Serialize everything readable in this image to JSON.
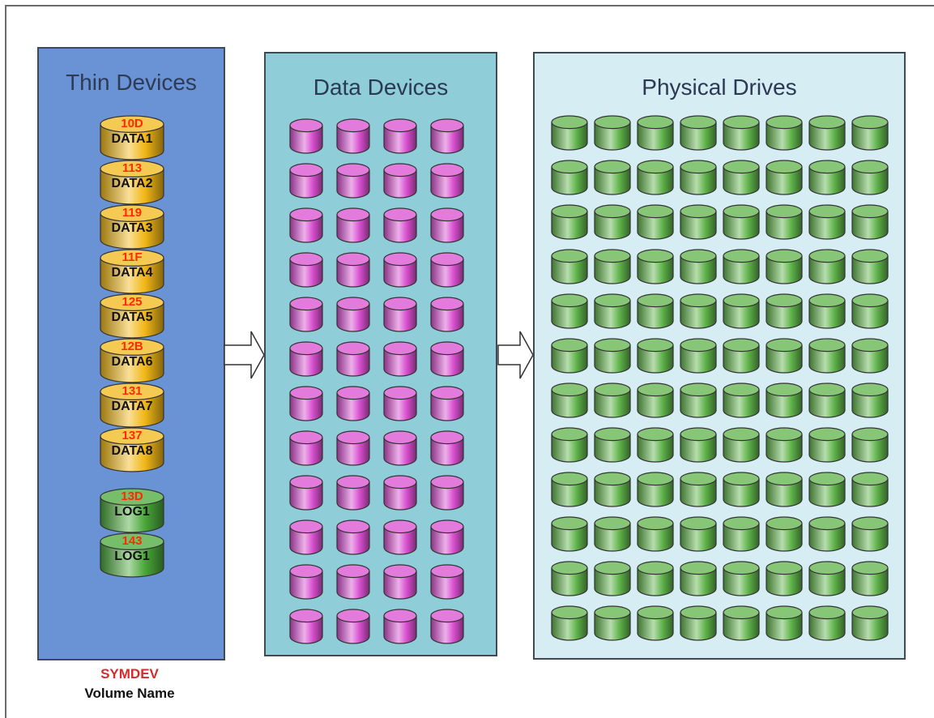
{
  "panels": {
    "thin": {
      "title": "Thin Devices"
    },
    "data": {
      "title": "Data Devices"
    },
    "physical": {
      "title": "Physical Drives"
    }
  },
  "thin_devices": [
    {
      "id": "10D",
      "name": "DATA1",
      "kind": "data"
    },
    {
      "id": "113",
      "name": "DATA2",
      "kind": "data"
    },
    {
      "id": "119",
      "name": "DATA3",
      "kind": "data"
    },
    {
      "id": "11F",
      "name": "DATA4",
      "kind": "data"
    },
    {
      "id": "125",
      "name": "DATA5",
      "kind": "data"
    },
    {
      "id": "12B",
      "name": "DATA6",
      "kind": "data"
    },
    {
      "id": "131",
      "name": "DATA7",
      "kind": "data"
    },
    {
      "id": "137",
      "name": "DATA8",
      "kind": "data"
    },
    {
      "id": "13D",
      "name": "LOG1",
      "kind": "log"
    },
    {
      "id": "143",
      "name": "LOG1",
      "kind": "log"
    }
  ],
  "data_devices": {
    "rows": 12,
    "cols": 4,
    "color": "#d84fd0"
  },
  "physical_drives": {
    "rows": 12,
    "cols": 8,
    "color": "#5fb34a"
  },
  "legend": {
    "symdev": "SYMDEV",
    "volume_name": "Volume Name"
  },
  "colors": {
    "data_disk": "#f2b818",
    "log_disk": "#4aa83a",
    "id_text": "#ff2a00"
  }
}
